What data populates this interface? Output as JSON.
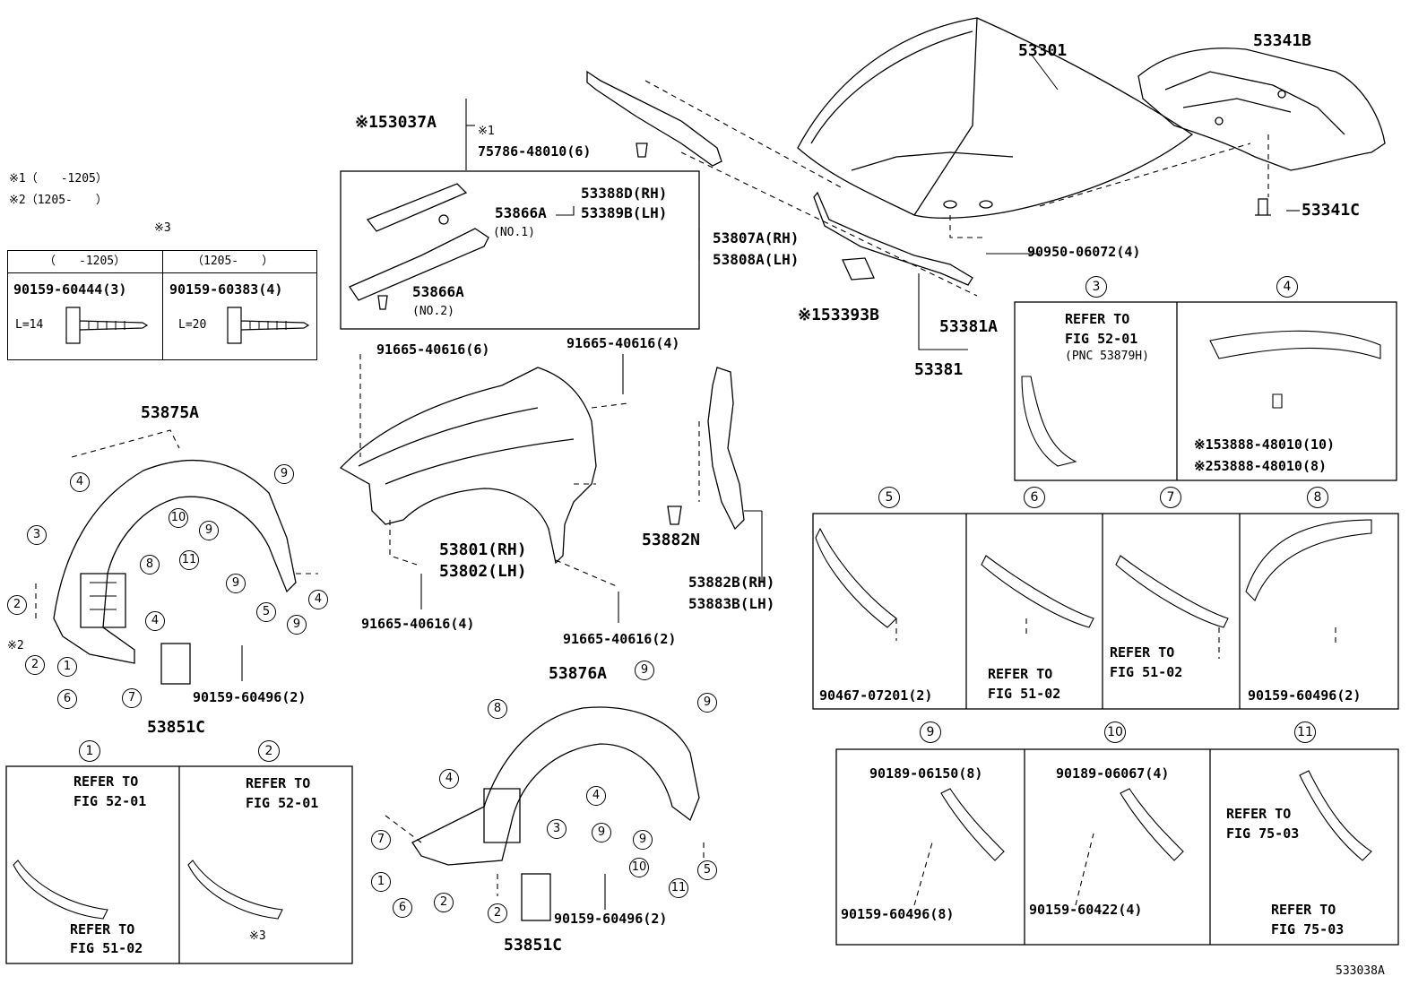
{
  "notes": {
    "n1": "※1（　　-1205）",
    "n2": "※2（1205-　　）",
    "n3": "※3"
  },
  "bolt_table": {
    "col1_header": "（　　-1205）",
    "col2_header": "（1205-　　）",
    "col1_part": "90159-60444(3)",
    "col2_part": "90159-60383(4)",
    "col1_len": "L=14",
    "col2_len": "L=20"
  },
  "parts": {
    "p53037A": "※153037A",
    "p53037A_sub_mark": "※1",
    "p75786": "75786-48010(6)",
    "p53301": "53301",
    "p53341B": "53341B",
    "p53341C": "53341C",
    "p90950": "90950-06072(4)",
    "p53393B": "※153393B",
    "p53381A": "53381A",
    "p53381": "53381",
    "p53388D": "53388D(RH)",
    "p53389B": "53389B(LH)",
    "p53866A_1": "53866A",
    "no1": "(NO.1)",
    "p53866A_2": "53866A",
    "no2": "(NO.2)",
    "p53807A": "53807A(RH)",
    "p53808A": "53808A(LH)",
    "p91665_6": "91665-40616(6)",
    "p91665_4a": "91665-40616(4)",
    "p91665_4b": "91665-40616(4)",
    "p91665_2": "91665-40616(2)",
    "p53801": "53801(RH)",
    "p53802": "53802(LH)",
    "p53882N": "53882N",
    "p53882B": "53882B(RH)",
    "p53883B": "53883B(LH)",
    "p53875A": "53875A",
    "p53876A": "53876A",
    "p53851C_a": "53851C",
    "p53851C_b": "53851C",
    "p90159_60496_a": "90159-60496(2)",
    "p90159_60496_b": "90159-60496(2)",
    "x2": "※2",
    "diagram_id": "533038A"
  },
  "detail_3": {
    "num": "3",
    "refer": "REFER TO",
    "fig": "FIG 52-01",
    "pnc": "(PNC 53879H)"
  },
  "detail_4": {
    "num": "4",
    "l1": "※153888-48010(10)",
    "l2": "※253888-48010(8)"
  },
  "detail_5": {
    "num": "5",
    "part": "90467-07201(2)"
  },
  "detail_6": {
    "num": "6",
    "refer": "REFER TO",
    "fig": "FIG 51-02"
  },
  "detail_7": {
    "num": "7",
    "refer": "REFER TO",
    "fig": "FIG 51-02"
  },
  "detail_8": {
    "num": "8",
    "part": "90159-60496(2)"
  },
  "detail_9": {
    "num": "9",
    "a": "90189-06150(8)",
    "b": "90159-60496(8)"
  },
  "detail_10": {
    "num": "10",
    "a": "90189-06067(4)",
    "b": "90159-60422(4)"
  },
  "detail_11": {
    "num": "11",
    "refer1": "REFER TO",
    "fig1": "FIG 75-03",
    "refer2": "REFER TO",
    "fig2": "FIG 75-03"
  },
  "detail_1": {
    "num": "1",
    "refer1": "REFER TO",
    "fig1": "FIG 52-01",
    "refer2": "REFER TO",
    "fig2": "FIG 51-02"
  },
  "detail_2": {
    "num": "2",
    "refer1": "REFER TO",
    "fig1": "FIG 52-01",
    "x3": "※3"
  },
  "callouts_left": [
    "4",
    "3",
    "2",
    "2",
    "1",
    "6",
    "7",
    "8",
    "10",
    "9",
    "9",
    "11",
    "9",
    "5",
    "9",
    "4"
  ],
  "callouts_bottom": [
    "8",
    "9",
    "9",
    "4",
    "3",
    "4",
    "9",
    "9",
    "10",
    "7",
    "1",
    "6",
    "2",
    "2",
    "11",
    "5"
  ]
}
